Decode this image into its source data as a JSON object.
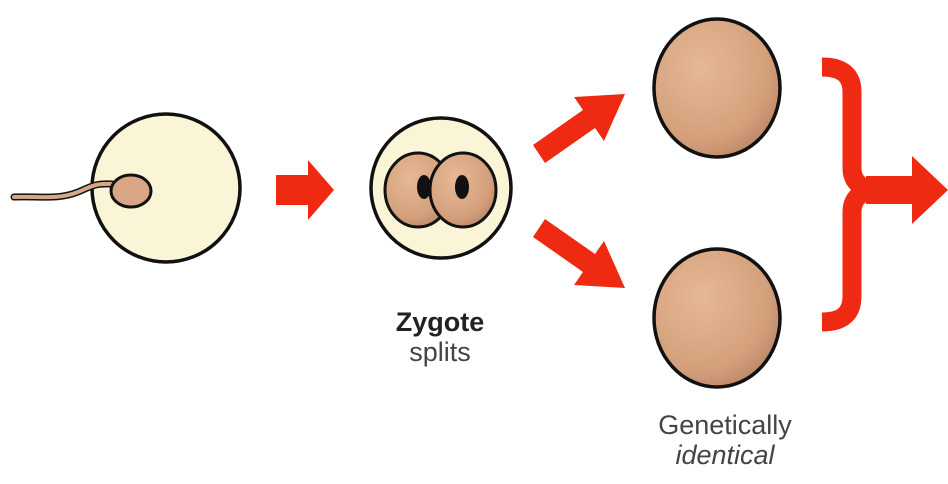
{
  "labels": {
    "zygote_title": "Zygote",
    "zygote_subtitle": "splits",
    "twins_title": "Genetically",
    "twins_subtitle": "identical"
  },
  "colors": {
    "arrow": "#ee2a12",
    "egg_fill": "#fbf5d8",
    "cell_fill": "#d9a785",
    "outline": "#111111",
    "nucleus": "#111111"
  },
  "icons": [
    "sperm-icon",
    "egg-icon",
    "zygote-icon",
    "embryo-icon",
    "arrow-icon",
    "bracket-icon"
  ]
}
